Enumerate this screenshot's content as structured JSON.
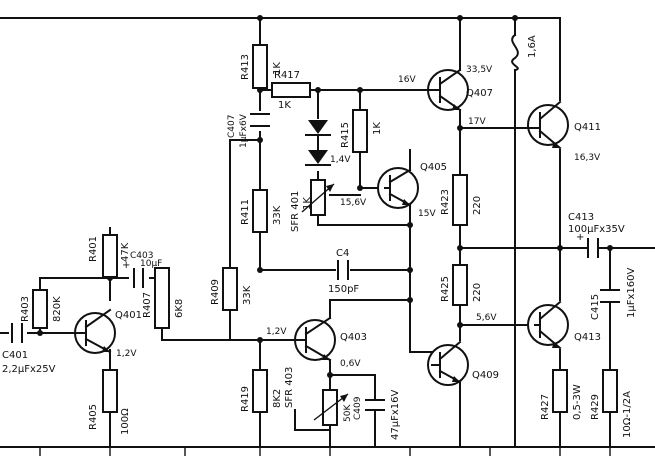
{
  "parts": {
    "r401_id": "R401",
    "r401_val": "47K",
    "r403_id": "R403",
    "r403_val": "820K",
    "c401_id": "C401",
    "c401_val": "2,2µFx25V",
    "r405_id": "R405",
    "r405_val": "100Ω",
    "c403_id": "C403",
    "c403_val": "10µF",
    "r407_id": "R407",
    "r407_val": "6K8",
    "q401_id": "Q401",
    "r409_id": "R409",
    "r409_val": "33K",
    "r411_id": "R411",
    "r411_val": "33K",
    "r413_id": "R413",
    "r413_val": "1K",
    "c407_id": "C407",
    "c407_val": "1µFx6V",
    "r415_id": "R415",
    "r415_val": "1K",
    "r417_id": "R417",
    "r417_val": "1K",
    "sfr_id": "SFR 401",
    "sfr_val": "1K",
    "r419_id": "R419",
    "r419_val": "8K2",
    "c4_id": "C4",
    "c4_val": "150pF",
    "q403_id": "Q403",
    "sfr403_id": "SFR 403",
    "sfr403_val": "50K",
    "c409_id": "C409",
    "c409_val": "47µFx16V",
    "q405_id": "Q405",
    "q407_id": "Q407",
    "q409_id": "Q409",
    "q411_id": "Q411",
    "q413_id": "Q413",
    "r423_id": "R423",
    "r423_val": "220",
    "r425_id": "R425",
    "r425_val": "220",
    "fuse_val": "1,6A",
    "c413_id": "C413",
    "c413_val": "100µFx35V",
    "c415_id": "C415",
    "c415_val": "1µFx160V",
    "r427_id": "R427",
    "r427_val": "0,5-3W",
    "r429_id": "R429",
    "r429_val": "10Ω-1/2A"
  },
  "voltages": {
    "v_q401": "1,2V",
    "v_q403_b": "1,2V",
    "v_q403_e": "0,6V",
    "v_diode": "1,4V",
    "v_q405_b": "15,6V",
    "v_q405_e": "15V",
    "v_q407_b": "16V",
    "v_q407_c": "33,5V",
    "v_q407_e": "17V",
    "v_q411": "16,3V",
    "v_q413": "5,6V"
  }
}
